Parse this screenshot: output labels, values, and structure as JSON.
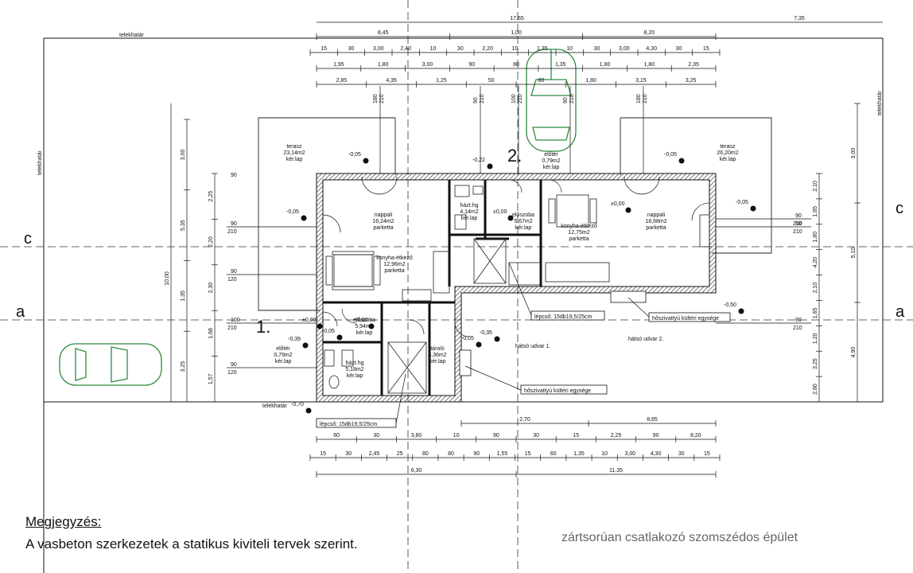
{
  "plan": {
    "axes": {
      "c": "c",
      "a": "a"
    },
    "entrances": {
      "e1": "1.",
      "e2": "2."
    },
    "plot_boundary": "telekhatár",
    "rooms": [
      {
        "id": "terasz-left",
        "name": "terasz",
        "area": "23,14m2",
        "floor": "kér.lap"
      },
      {
        "id": "terasz-right",
        "name": "terasz",
        "area": "26,20m2",
        "floor": "kér.lap"
      },
      {
        "id": "nappali-left",
        "name": "nappali",
        "area": "16,24m2",
        "floor": "parketta"
      },
      {
        "id": "konyha-left",
        "name": "konyha-étkező",
        "area": "12,96m2",
        "floor": "parketta"
      },
      {
        "id": "elotet-top",
        "name": "előtér",
        "area": "0,79m2",
        "floor": "kér.lap"
      },
      {
        "id": "hazt-top",
        "name": "házt.hg",
        "area": "4,14m2",
        "floor": "kér.lap"
      },
      {
        "id": "eloszoba-top",
        "name": "előszoba",
        "area": "5,67m2",
        "floor": "kér.lap"
      },
      {
        "id": "konyha-right",
        "name": "konyha-étkező",
        "area": "12,75m2",
        "floor": "parketta"
      },
      {
        "id": "nappali-right",
        "name": "nappali",
        "area": "18,68m2",
        "floor": "parketta"
      },
      {
        "id": "elotet-left",
        "name": "előtér",
        "area": "0,79m2",
        "floor": "kér.lap"
      },
      {
        "id": "eloszoba-left",
        "name": "előszoba",
        "area": "5,94m2",
        "floor": "kér.lap"
      },
      {
        "id": "hazt-left",
        "name": "házt.hg",
        "area": "5,18m2",
        "floor": "kér.lap"
      },
      {
        "id": "tarolo",
        "name": "tároló",
        "area": "3,36m2",
        "floor": "kér.lap"
      }
    ],
    "yards": {
      "y1": "hátsó udvar 1.",
      "y2": "hátsó udvar 2."
    },
    "labels": {
      "stairs1": "lépcső: 15db19,5/25cm",
      "stairs2": "lépcső: 15db19,5/25cm",
      "heatpump1": "hőszivattyú kültéri egysége",
      "heatpump2": "hőszivattyú kültéri egysége"
    },
    "levels": {
      "l1": "-0,05",
      "l2": "-0,05",
      "l3": "-0,22",
      "l4": "-0,05",
      "l5": "-0,05",
      "l6": "-0,05",
      "l7": "±0,00",
      "l8": "±0,00",
      "l9": "±0,00",
      "l10": "-0,50",
      "l11": "-0,35",
      "l12": "-0,39",
      "l13": "-0,70",
      "l14": "±0,00",
      "l15": "-0,05"
    },
    "dims": {
      "top_overall": "17,65",
      "top_right": "7,35",
      "top_row2": [
        "8,45",
        "1,00",
        "8,20"
      ],
      "top_row3": [
        "15",
        "30",
        "3,00",
        "2,40",
        "10",
        "30",
        "2,20",
        "10",
        "1,35",
        "10",
        "30",
        "3,00",
        "4,30",
        "30",
        "15"
      ],
      "top_row4": [
        "1,95",
        "1,80",
        "3,00",
        "90",
        "80",
        "1,35",
        "1,80",
        "1,80",
        "2,35"
      ],
      "top_row5": [
        "2,85",
        "4,35",
        "1,25",
        "50",
        "80",
        "1,80",
        "3,15",
        "3,25"
      ],
      "bottom_row1": [
        "2,70",
        "8,65"
      ],
      "bottom_row2": [
        "60",
        "30",
        "3,80",
        "10",
        "90",
        "30",
        "15",
        "2,25",
        "90",
        "8,20"
      ],
      "bottom_row3": [
        "15",
        "30",
        "2,45",
        "25",
        "80",
        "80",
        "90",
        "1,55",
        "15",
        "60",
        "1,35",
        "10",
        "3,00",
        "4,30",
        "30",
        "15"
      ],
      "bottom_row4": [
        "6,30",
        "11,35"
      ],
      "left_total": "10,00",
      "left_stack": [
        "3,00",
        "5,35",
        "1,35",
        "3,25"
      ],
      "right_stack": [
        "3,00",
        "5,10",
        "4,90"
      ],
      "left_inner": [
        "2,25",
        "2,20",
        "2,30",
        "1,68",
        "1,57"
      ],
      "right_inner": [
        "2,10",
        "1,65",
        "1,80",
        "4,20",
        "2,10",
        "1,65",
        "1,20",
        "3,25",
        "2,80"
      ],
      "openings_left": [
        "90/210",
        "90/210",
        "90/120",
        "100/210",
        "90/120"
      ],
      "openings_right": [
        "90/210",
        "90/210",
        "90/210"
      ],
      "top_openings": [
        "180/210",
        "90/210",
        "100/210",
        "90/210",
        "180/210"
      ]
    },
    "note_title": "Megjegyzés:",
    "note_body": "A vasbeton szerkezetek a statikus kiviteli tervek szerint.",
    "neighbor": "zártsorúan csatlakozó szomszédos épület",
    "colors": {
      "line": "#111111",
      "car": "#2e8b3e",
      "wall_hatch": "#444444"
    }
  }
}
